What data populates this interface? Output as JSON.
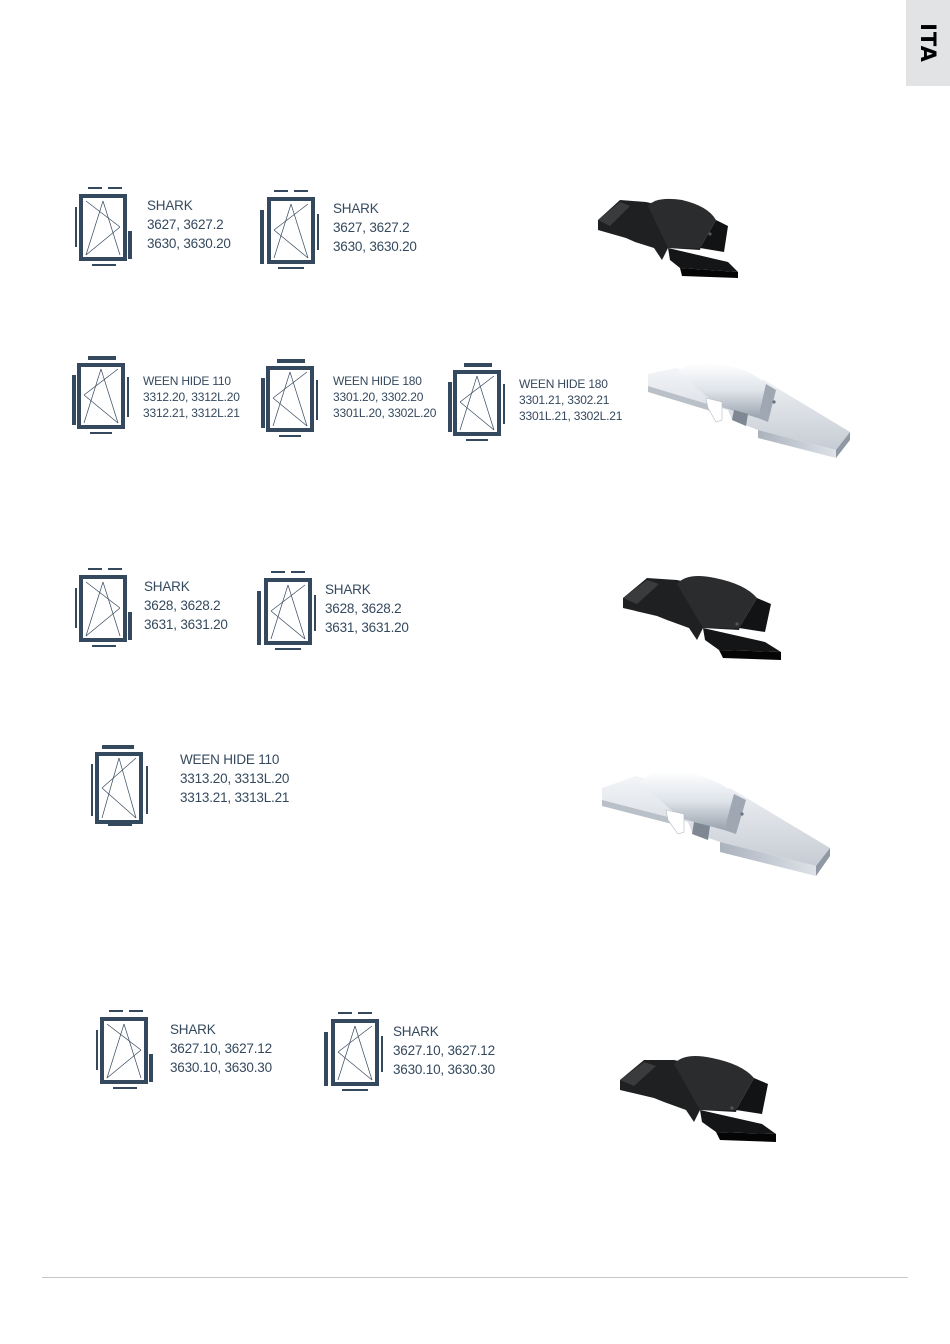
{
  "tab": {
    "label": "ITA"
  },
  "rows": [
    {
      "entries": [
        {
          "lines": [
            "SHARK",
            "3627, 3627.2",
            "3630, 3630.20"
          ],
          "hinge": "right"
        },
        {
          "lines": [
            "SHARK",
            "3627, 3627.2",
            "3630, 3630.20"
          ],
          "hinge": "left"
        }
      ],
      "part": {
        "color": "dark"
      }
    },
    {
      "entries": [
        {
          "lines": [
            "WEEN HIDE 110",
            "3312.20, 3312L.20",
            "3312.21, 3312L.21"
          ],
          "hinge": "left"
        },
        {
          "lines": [
            "WEEN HIDE 180",
            "3301.20, 3302.20",
            "3301L.20, 3302L.20"
          ],
          "hinge": "left"
        },
        {
          "lines": [
            "WEEN HIDE 180",
            "3301.21, 3302.21",
            "3301L.21, 3302L.21"
          ],
          "hinge": "left"
        }
      ],
      "part": {
        "color": "aluminium"
      }
    },
    {
      "entries": [
        {
          "lines": [
            "SHARK",
            "3628, 3628.2",
            "3631, 3631.20"
          ],
          "hinge": "right"
        },
        {
          "lines": [
            "SHARK",
            "3628, 3628.2",
            "3631, 3631.20"
          ],
          "hinge": "left"
        }
      ],
      "part": {
        "color": "dark"
      }
    },
    {
      "entries": [
        {
          "lines": [
            "WEEN HIDE 110",
            "3313.20, 3313L.20",
            "3313.21, 3313L.21"
          ],
          "hinge": "left"
        }
      ],
      "part": {
        "color": "aluminium"
      }
    },
    {
      "entries": [
        {
          "lines": [
            "SHARK",
            "3627.10, 3627.12",
            "3630.10, 3630.30"
          ],
          "hinge": "right"
        },
        {
          "lines": [
            "SHARK",
            "3627.10, 3627.12",
            "3630.10, 3630.30"
          ],
          "hinge": "left"
        }
      ],
      "part": {
        "color": "dark"
      }
    }
  ]
}
